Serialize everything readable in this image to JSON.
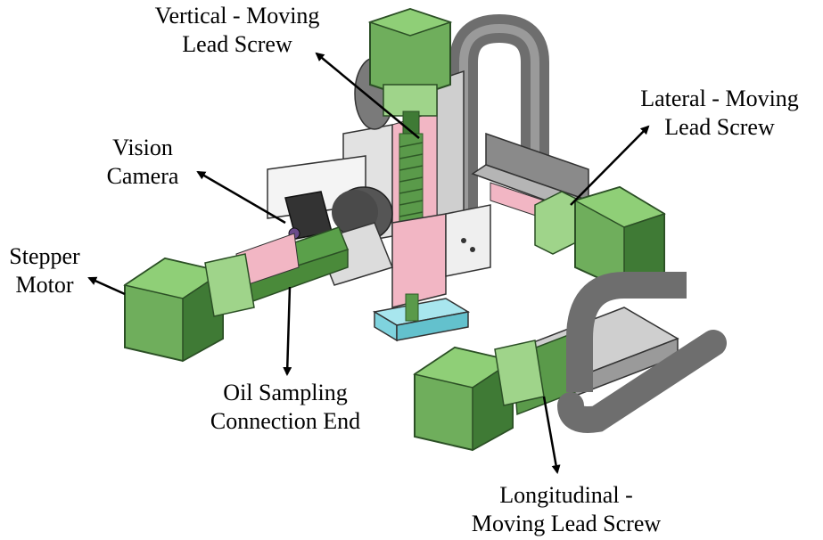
{
  "colors": {
    "motor_green": "#6fae5c",
    "motor_green_dark": "#3f7a35",
    "motor_green_light": "#8fcf77",
    "cable_chain": "#6e6e6e",
    "frame_gray": "#cfcfcf",
    "frame_dark": "#8a8a8a",
    "accent_pink": "#f2b6c4",
    "accent_red": "#e1253f",
    "base_cyan": "#7fd3de",
    "spring_green": "#5a9a4a"
  },
  "labels": {
    "vertical": {
      "line1": "Vertical - Moving",
      "line2": "Lead Screw"
    },
    "lateral": {
      "line1": "Lateral - Moving",
      "line2": "Lead Screw"
    },
    "vision": {
      "line1": "Vision",
      "line2": "Camera"
    },
    "stepper": {
      "line1": "Stepper",
      "line2": "Motor"
    },
    "oil": {
      "line1": "Oil Sampling",
      "line2": "Connection End"
    },
    "longitudinal": {
      "line1": "Longitudinal -",
      "line2": "Moving Lead Screw"
    }
  }
}
